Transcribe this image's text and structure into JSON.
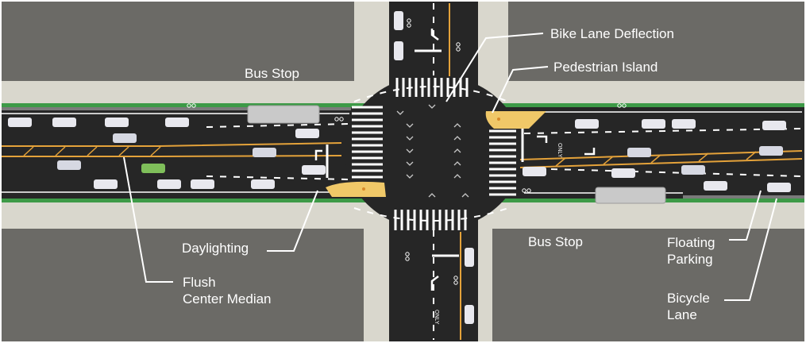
{
  "diagram": {
    "labels": {
      "bus_stop_top": "Bus Stop",
      "bike_lane_deflection": "Bike Lane Deflection",
      "pedestrian_island": "Pedestrian Island",
      "daylighting": "Daylighting",
      "flush_center_median": [
        "Flush",
        "Center Median"
      ],
      "bus_stop_bottom": "Bus Stop",
      "floating_parking": [
        "Floating",
        "Parking"
      ],
      "bicycle_lane": [
        "Bicycle",
        "Lane"
      ],
      "only_marking": "ONLY"
    },
    "colors": {
      "block": "#6b6a66",
      "sidewalk": "#d9d7cd",
      "road": "#262626",
      "bike_lane": "#3d9a47",
      "median_yellow": "#e4a23a",
      "island_yellow": "#f0c868",
      "marking_white": "#ffffff"
    },
    "icons": [
      "bicycle-icon",
      "turn-arrow-icon",
      "car-icon",
      "bus-icon",
      "chevron-icon"
    ]
  }
}
